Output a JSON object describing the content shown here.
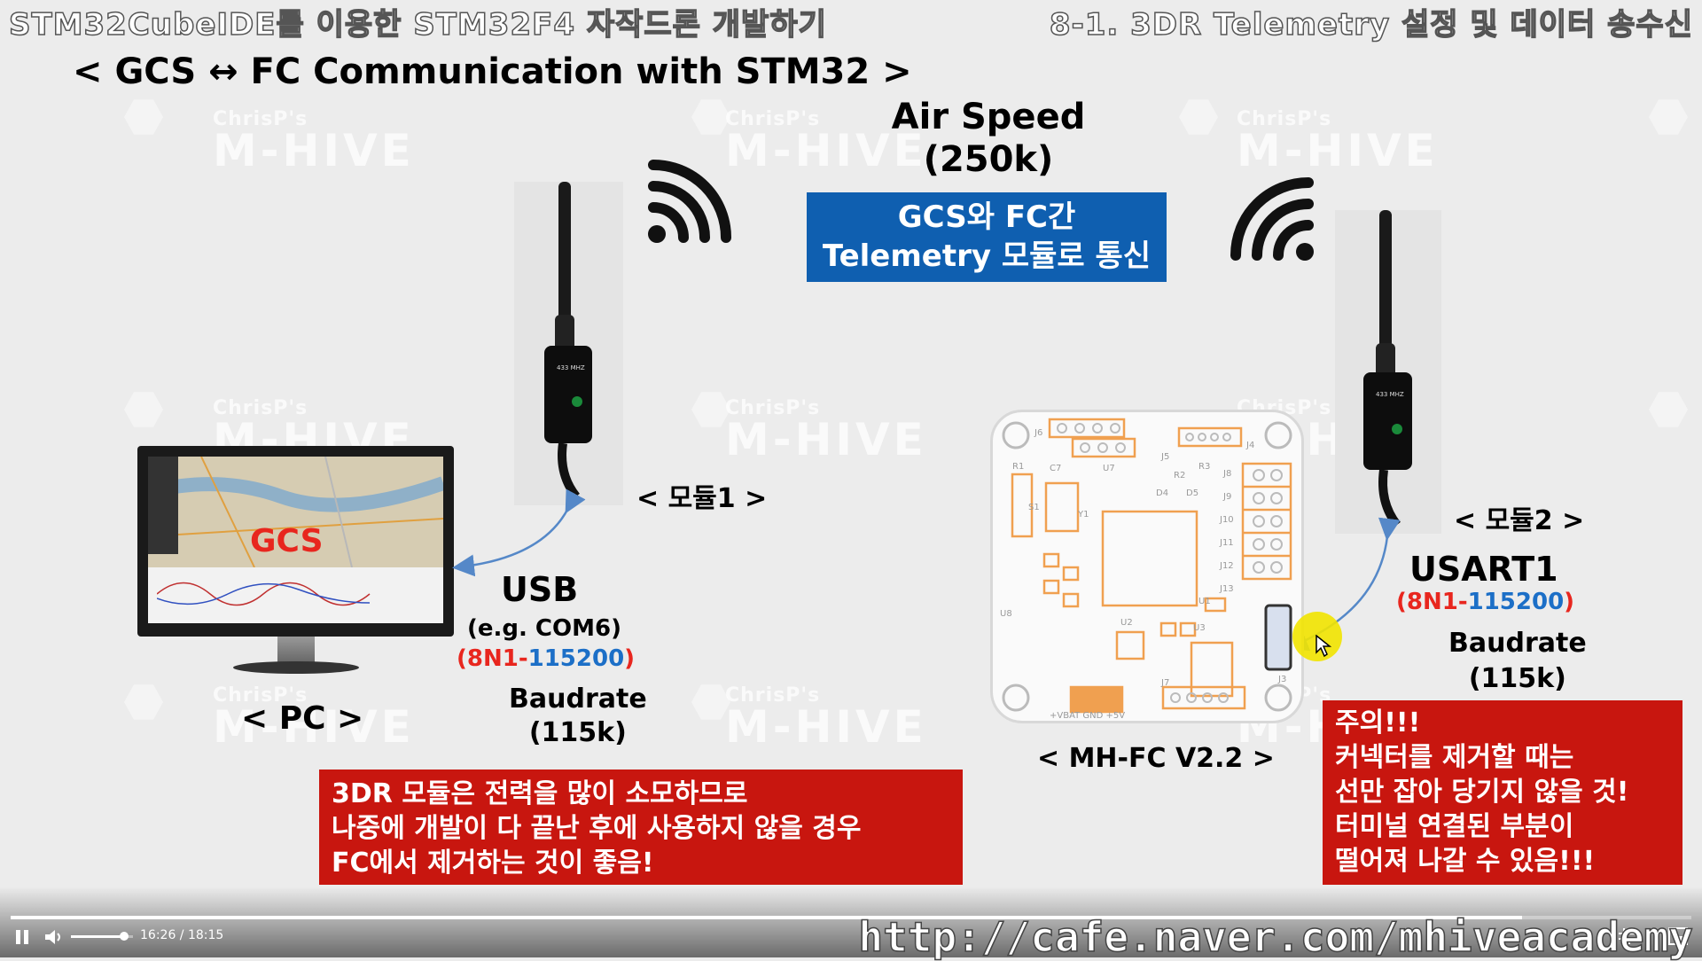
{
  "header": {
    "left": "STM32CubeIDE를 이용한 STM32F4 자작드론 개발하기",
    "right": "8-1. 3DR Telemetry 설정 및 데이터 송수신"
  },
  "subtitle": "< GCS ↔ FC Communication with STM32 >",
  "watermark": {
    "small": "ChrisP's",
    "big": "M-HIVE"
  },
  "air_speed": {
    "line1": "Air Speed",
    "line2": "(250k)"
  },
  "blue_box": {
    "line1": "GCS와 FC간",
    "line2": "Telemetry 모듈로 통신"
  },
  "module1_label": "< 모듈1 >",
  "module2_label": "< 모듈2 >",
  "module_chip_text": "433 MHZ",
  "pc": {
    "screen_label": "GCS",
    "label": "< PC >"
  },
  "usb": {
    "title": "USB",
    "example": "(e.g. COM6)",
    "paren_open": "(",
    "cfg": "8N1-",
    "baud_num": "115200",
    "paren_close": ")",
    "baud_title": "Baudrate",
    "baud_val": "(115k)"
  },
  "usart": {
    "title": "USART1",
    "paren_open": "(",
    "cfg": "8N1-",
    "baud_num": "115200",
    "paren_close": ")",
    "baud_title": "Baudrate",
    "baud_val": "(115k)"
  },
  "fc_label": "< MH-FC V2.2 >",
  "pcb_labels": {
    "J6": "J6",
    "J5": "J5",
    "J4": "J4",
    "J8": "J8",
    "J9": "J9",
    "J10": "J10",
    "J11": "J11",
    "J12": "J12",
    "J13": "J13",
    "J7": "J7",
    "J3": "J3",
    "U7": "U7",
    "U1": "U1",
    "U2": "U2",
    "U3": "U3",
    "U8": "U8",
    "R1": "R1",
    "R2": "R2",
    "R3": "R3",
    "C7": "C7",
    "S1": "S1",
    "Y1": "Y1",
    "D4": "D4",
    "D5": "D5",
    "power": "+VBAT GND +5V"
  },
  "note_left": {
    "line1": "3DR 모듈은 전력을 많이 소모하므로",
    "line2": "나중에 개발이 다 끝난 후에 사용하지 않을 경우",
    "line3": "FC에서 제거하는 것이 좋음!"
  },
  "note_right": {
    "line1": "주의!!!",
    "line2": "커넥터를 제거할 때는",
    "line3": "선만 잡아 당기지 않을 것!",
    "line4": "터미널 연결된 부분이",
    "line5": "떨어져 나갈 수 있음!!!"
  },
  "player": {
    "time": "16:26 / 18:15",
    "progress": 0.899,
    "volume": 0.85
  },
  "footer_url": "http://cafe.naver.com/mhiveacademy",
  "colors": {
    "background": "#ececec",
    "red_box": "#c8160f",
    "blue_box": "#0f5fb0",
    "pcb_orange": "#f0a050",
    "accent_red": "#e8261e",
    "accent_blue": "#1c6fc7",
    "cursor_highlight": "#f2e400"
  }
}
